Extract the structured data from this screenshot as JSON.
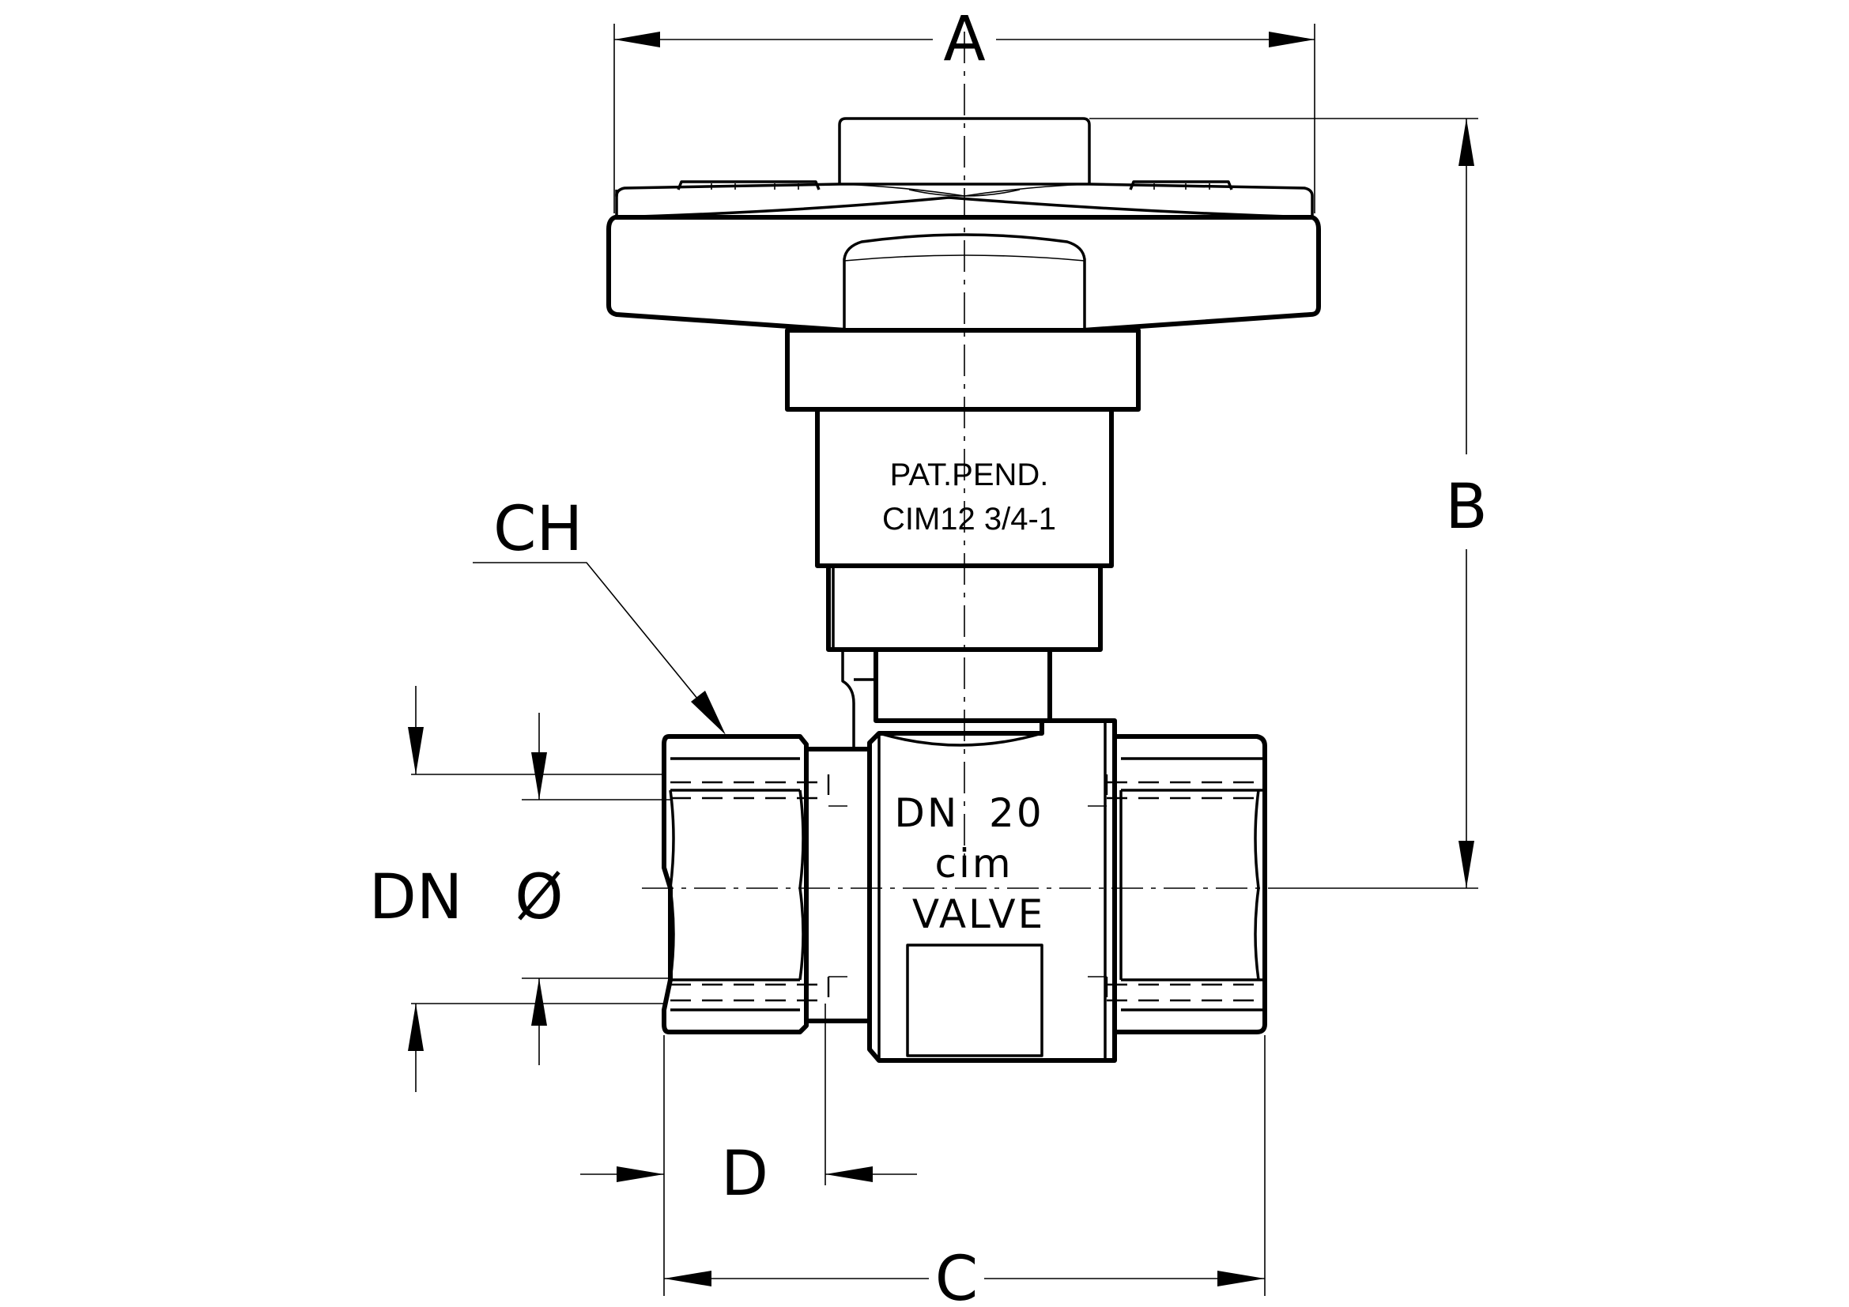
{
  "dimensions": {
    "A": "A",
    "B": "B",
    "C": "C",
    "D": "D",
    "CH": "CH",
    "DN": "DN",
    "diameter": "Ø"
  },
  "markings": {
    "patent": "PAT.PEND.",
    "model": "CIM12 3/4-1",
    "size": "DN  20",
    "brand": "cim",
    "product": "VALVE"
  }
}
